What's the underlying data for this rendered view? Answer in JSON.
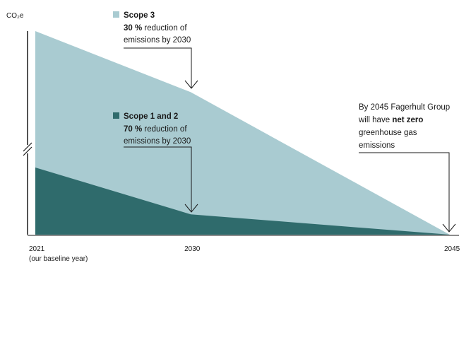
{
  "chart_data": {
    "type": "area",
    "unit_label": "CO₂e",
    "x_ticks": [
      {
        "value": 2021,
        "label": "2021",
        "sublabel": "(our baseline year)"
      },
      {
        "value": 2030,
        "label": "2030",
        "sublabel": ""
      },
      {
        "value": 2045,
        "label": "2045",
        "sublabel": ""
      }
    ],
    "axis_break": true,
    "series": [
      {
        "name": "Scope 3",
        "color": "#a9cbd1",
        "points": [
          {
            "x": 2021,
            "y": 100
          },
          {
            "x": 2030,
            "y": 70
          },
          {
            "x": 2045,
            "y": 0
          }
        ]
      },
      {
        "name": "Scope 1 and 2",
        "color": "#2f6b6c",
        "points": [
          {
            "x": 2021,
            "y": 33
          },
          {
            "x": 2030,
            "y": 10
          },
          {
            "x": 2045,
            "y": 0
          }
        ]
      }
    ],
    "annotations": [
      {
        "series": "Scope 3",
        "swatch": "#a9cbd1",
        "title": "Scope 3",
        "bold_part": "30 %",
        "rest_line1": " reduction of",
        "line2": "emissions by 2030",
        "target_x": 2030
      },
      {
        "series": "Scope 1 and 2",
        "swatch": "#2f6b6c",
        "title": "Scope 1 and 2",
        "bold_part": "70 %",
        "rest_line1": " reduction of",
        "line2": "emissions by 2030",
        "target_x": 2030
      }
    ],
    "net_zero_note": {
      "line1": "By 2045 Fagerhult Group",
      "line2_plain": "will have ",
      "line2_bold": "net zero",
      "line3": "greenhouse gas",
      "line4": "emissions",
      "target_x": 2045
    }
  }
}
